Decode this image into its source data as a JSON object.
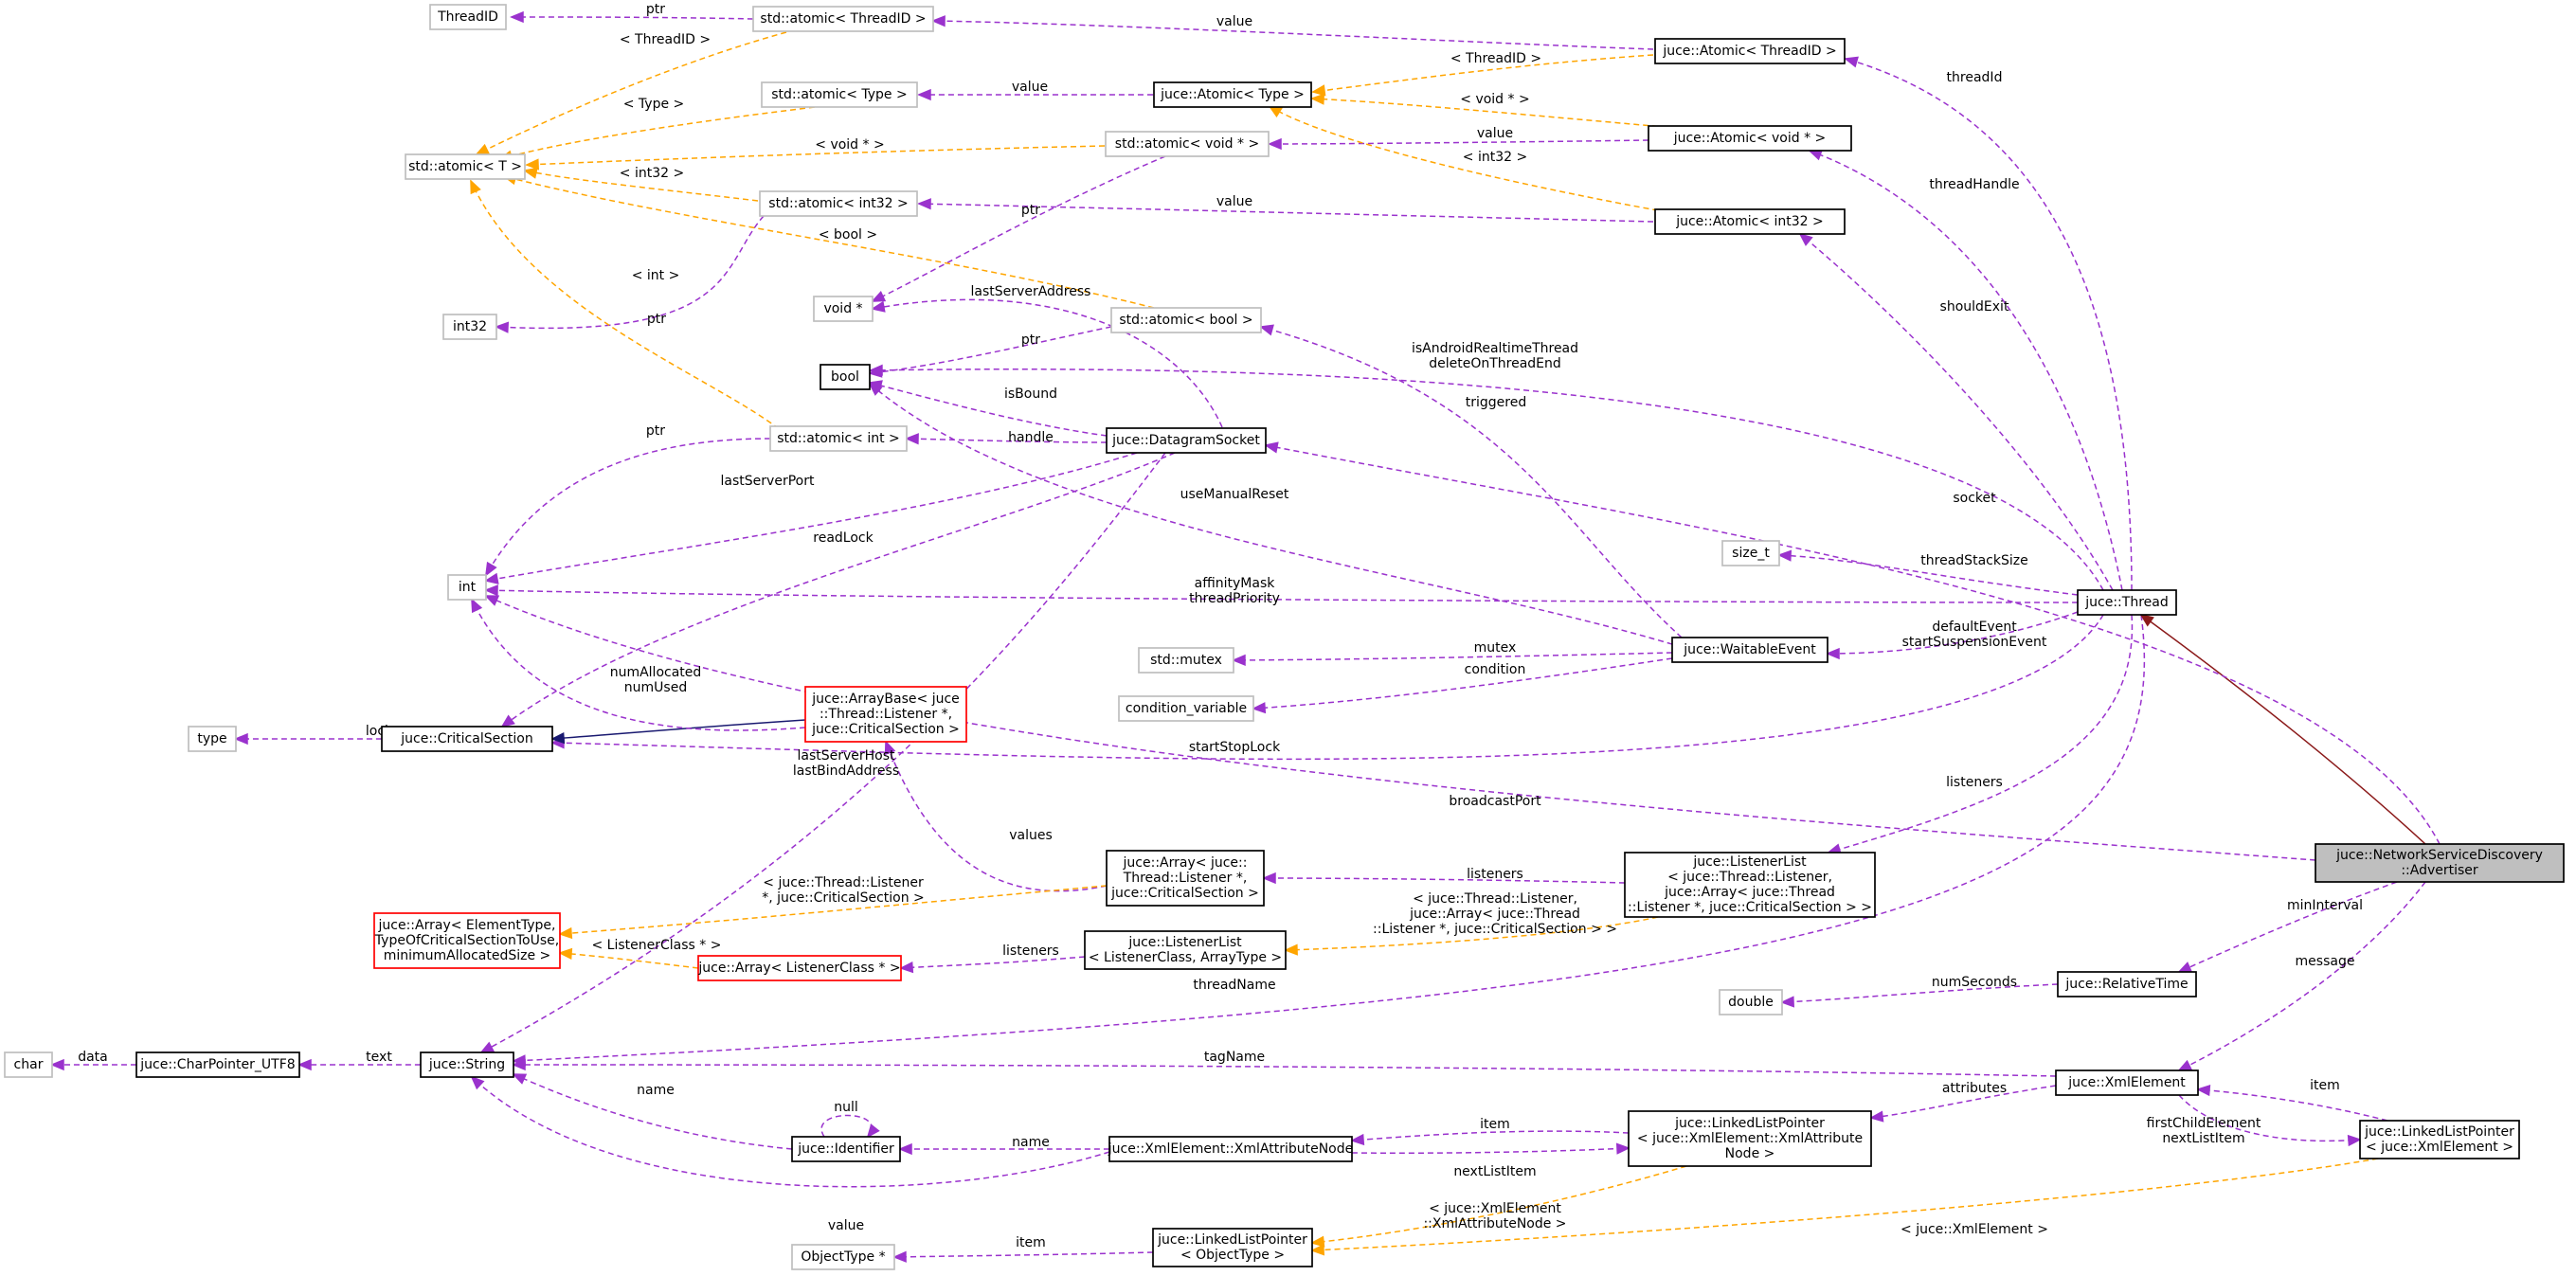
{
  "colors": {
    "usage": "#9a32cd",
    "template": "#ffa500",
    "inherit_public": "#191970",
    "inherit_focus": "#8b1a1a",
    "node_gray": "#bfbfbf",
    "node_black": "#000000",
    "node_red": "#ff0000",
    "focus_fill": "#bfbfbf"
  },
  "nodes": [
    {
      "id": "threadid",
      "label": [
        "ThreadID"
      ],
      "style": "gray"
    },
    {
      "id": "sa_tid",
      "label": [
        "std::atomic< ThreadID >"
      ],
      "style": "gray"
    },
    {
      "id": "ja_tid",
      "label": [
        "juce::Atomic< ThreadID >"
      ],
      "style": "black"
    },
    {
      "id": "sa_type",
      "label": [
        "std::atomic< Type >"
      ],
      "style": "gray"
    },
    {
      "id": "ja_type",
      "label": [
        "juce::Atomic< Type >"
      ],
      "style": "black"
    },
    {
      "id": "sa_t",
      "label": [
        "std::atomic< T >"
      ],
      "style": "gray"
    },
    {
      "id": "sa_voidp",
      "label": [
        "std::atomic< void * >"
      ],
      "style": "gray"
    },
    {
      "id": "ja_voidp",
      "label": [
        "juce::Atomic< void * >"
      ],
      "style": "black"
    },
    {
      "id": "sa_int32",
      "label": [
        "std::atomic< int32 >"
      ],
      "style": "gray"
    },
    {
      "id": "ja_int32",
      "label": [
        "juce::Atomic< int32 >"
      ],
      "style": "black"
    },
    {
      "id": "int32",
      "label": [
        "int32"
      ],
      "style": "gray"
    },
    {
      "id": "voidp",
      "label": [
        "void *"
      ],
      "style": "gray"
    },
    {
      "id": "sa_bool",
      "label": [
        "std::atomic< bool >"
      ],
      "style": "gray"
    },
    {
      "id": "bool",
      "label": [
        "bool"
      ],
      "style": "black"
    },
    {
      "id": "sa_int",
      "label": [
        "std::atomic< int >"
      ],
      "style": "gray"
    },
    {
      "id": "dgram",
      "label": [
        "juce::DatagramSocket"
      ],
      "style": "black"
    },
    {
      "id": "int",
      "label": [
        "int"
      ],
      "style": "gray"
    },
    {
      "id": "size_t",
      "label": [
        "size_t"
      ],
      "style": "gray"
    },
    {
      "id": "thread",
      "label": [
        "juce::Thread"
      ],
      "style": "black"
    },
    {
      "id": "mutex",
      "label": [
        "std::mutex"
      ],
      "style": "gray"
    },
    {
      "id": "waitev",
      "label": [
        "juce::WaitableEvent"
      ],
      "style": "black"
    },
    {
      "id": "condvar",
      "label": [
        "condition_variable"
      ],
      "style": "gray"
    },
    {
      "id": "type",
      "label": [
        "type"
      ],
      "style": "gray"
    },
    {
      "id": "critsec",
      "label": [
        "juce::CriticalSection"
      ],
      "style": "black"
    },
    {
      "id": "arraybase",
      "label": [
        "juce::ArrayBase< juce",
        "::Thread::Listener *,",
        " juce::CriticalSection >"
      ],
      "style": "red"
    },
    {
      "id": "nsd",
      "label": [
        "juce::NetworkServiceDiscovery",
        "::Advertiser"
      ],
      "style": "focus"
    },
    {
      "id": "arr_listener",
      "label": [
        "juce::Array< juce::",
        "Thread::Listener *,",
        " juce::CriticalSection >"
      ],
      "style": "black"
    },
    {
      "id": "listenerlist",
      "label": [
        "juce::ListenerList",
        "< juce::Thread::Listener,",
        " juce::Array< juce::Thread",
        "::Listener *, juce::CriticalSection > >"
      ],
      "style": "black"
    },
    {
      "id": "arr_elem",
      "label": [
        "juce::Array< ElementType,",
        " TypeOfCriticalSectionToUse,",
        " minimumAllocatedSize >"
      ],
      "style": "red"
    },
    {
      "id": "arr_lc",
      "label": [
        "juce::Array< ListenerClass * >"
      ],
      "style": "red"
    },
    {
      "id": "ll_generic",
      "label": [
        "juce::ListenerList",
        "< ListenerClass, ArrayType >"
      ],
      "style": "black"
    },
    {
      "id": "reltime",
      "label": [
        "juce::RelativeTime"
      ],
      "style": "black"
    },
    {
      "id": "double",
      "label": [
        "double"
      ],
      "style": "gray"
    },
    {
      "id": "char",
      "label": [
        "char"
      ],
      "style": "gray"
    },
    {
      "id": "cp_utf8",
      "label": [
        "juce::CharPointer_UTF8"
      ],
      "style": "black"
    },
    {
      "id": "string",
      "label": [
        "juce::String"
      ],
      "style": "black"
    },
    {
      "id": "xmlel",
      "label": [
        "juce::XmlElement"
      ],
      "style": "black"
    },
    {
      "id": "identifier",
      "label": [
        "juce::Identifier"
      ],
      "style": "black"
    },
    {
      "id": "xml_attr",
      "label": [
        "juce::XmlElement::XmlAttributeNode"
      ],
      "style": "black"
    },
    {
      "id": "llp_attr",
      "label": [
        "juce::LinkedListPointer",
        "< juce::XmlElement::XmlAttribute",
        "Node >"
      ],
      "style": "black"
    },
    {
      "id": "llp_xml",
      "label": [
        "juce::LinkedListPointer",
        "< juce::XmlElement >"
      ],
      "style": "black"
    },
    {
      "id": "objtype",
      "label": [
        "ObjectType *"
      ],
      "style": "gray"
    },
    {
      "id": "llp_obj",
      "label": [
        "juce::LinkedListPointer",
        "< ObjectType >"
      ],
      "style": "black"
    }
  ],
  "edges": [
    {
      "id": "e1",
      "kind": "usage",
      "label": [
        "ptr"
      ]
    },
    {
      "id": "e2",
      "kind": "usage",
      "label": [
        "value"
      ]
    },
    {
      "id": "e3",
      "kind": "template",
      "label": [
        "< ThreadID >"
      ]
    },
    {
      "id": "e4",
      "kind": "template",
      "label": [
        "< ThreadID >"
      ]
    },
    {
      "id": "e5",
      "kind": "usage",
      "label": [
        "value"
      ]
    },
    {
      "id": "e6",
      "kind": "template",
      "label": [
        "< Type >"
      ]
    },
    {
      "id": "e7",
      "kind": "template",
      "label": [
        "< void * >"
      ]
    },
    {
      "id": "e8",
      "kind": "usage",
      "label": [
        "value"
      ]
    },
    {
      "id": "e9",
      "kind": "template",
      "label": [
        "< void * >"
      ]
    },
    {
      "id": "e10",
      "kind": "template",
      "label": [
        "< int32 >"
      ]
    },
    {
      "id": "e11",
      "kind": "usage",
      "label": [
        "value"
      ]
    },
    {
      "id": "e12",
      "kind": "template",
      "label": [
        "< int32 >"
      ]
    },
    {
      "id": "e13",
      "kind": "usage",
      "label": [
        "ptr"
      ]
    },
    {
      "id": "e14",
      "kind": "usage",
      "label": [
        "ptr"
      ]
    },
    {
      "id": "e15",
      "kind": "template",
      "label": [
        "< bool >"
      ]
    },
    {
      "id": "e16",
      "kind": "template",
      "label": [
        "< int >"
      ]
    },
    {
      "id": "e17",
      "kind": "usage",
      "label": [
        "ptr"
      ]
    },
    {
      "id": "e18",
      "kind": "usage",
      "label": [
        "ptr"
      ]
    },
    {
      "id": "e19",
      "kind": "usage",
      "label": [
        "lastServerAddress"
      ]
    },
    {
      "id": "e20",
      "kind": "usage",
      "label": [
        "isBound"
      ]
    },
    {
      "id": "e21",
      "kind": "usage",
      "label": [
        "handle"
      ]
    },
    {
      "id": "e22",
      "kind": "usage",
      "label": [
        "lastServerPort"
      ]
    },
    {
      "id": "e23",
      "kind": "usage",
      "label": [
        "readLock"
      ]
    },
    {
      "id": "e24",
      "kind": "usage",
      "label": [
        "lastServerHost",
        "lastBindAddress"
      ]
    },
    {
      "id": "e25",
      "kind": "usage",
      "label": [
        "threadId"
      ]
    },
    {
      "id": "e26",
      "kind": "usage",
      "label": [
        "threadHandle"
      ]
    },
    {
      "id": "e27",
      "kind": "usage",
      "label": [
        "shouldExit"
      ]
    },
    {
      "id": "e28",
      "kind": "usage",
      "label": [
        "isAndroidRealtimeThread",
        "deleteOnThreadEnd"
      ]
    },
    {
      "id": "e29",
      "kind": "usage",
      "label": [
        "threadStackSize"
      ]
    },
    {
      "id": "e30",
      "kind": "usage",
      "label": [
        "affinityMask",
        "threadPriority"
      ]
    },
    {
      "id": "e31",
      "kind": "usage",
      "label": [
        "defaultEvent",
        "startSuspensionEvent"
      ]
    },
    {
      "id": "e32",
      "kind": "usage",
      "label": [
        "startStopLock"
      ]
    },
    {
      "id": "e33",
      "kind": "usage",
      "label": [
        "listeners"
      ]
    },
    {
      "id": "e34",
      "kind": "usage",
      "label": [
        "threadName"
      ]
    },
    {
      "id": "e35",
      "kind": "usage",
      "label": [
        "triggered"
      ]
    },
    {
      "id": "e36",
      "kind": "usage",
      "label": [
        "useManualReset"
      ]
    },
    {
      "id": "e37",
      "kind": "usage",
      "label": [
        "mutex"
      ]
    },
    {
      "id": "e38",
      "kind": "usage",
      "label": [
        "condition"
      ]
    },
    {
      "id": "e39",
      "kind": "usage",
      "label": [
        "lock"
      ]
    },
    {
      "id": "e40",
      "kind": "inherit_public",
      "label": []
    },
    {
      "id": "e41",
      "kind": "usage",
      "label": [
        "numAllocated",
        "numUsed"
      ]
    },
    {
      "id": "e42",
      "kind": "inherit_focus",
      "label": []
    },
    {
      "id": "e43",
      "kind": "usage",
      "label": [
        "socket"
      ]
    },
    {
      "id": "e44",
      "kind": "usage",
      "label": [
        "broadcastPort"
      ]
    },
    {
      "id": "e45",
      "kind": "usage",
      "label": [
        "minInterval"
      ]
    },
    {
      "id": "e46",
      "kind": "usage",
      "label": [
        "message"
      ]
    },
    {
      "id": "e47",
      "kind": "usage",
      "label": [
        "values"
      ]
    },
    {
      "id": "e48",
      "kind": "template",
      "label": [
        "< juce::Thread::Listener",
        "*, juce::CriticalSection >"
      ]
    },
    {
      "id": "e49",
      "kind": "usage",
      "label": [
        "listeners"
      ]
    },
    {
      "id": "e50",
      "kind": "template",
      "label": [
        "< juce::Thread::Listener,",
        " juce::Array< juce::Thread",
        "::Listener *, juce::CriticalSection > >"
      ]
    },
    {
      "id": "e51",
      "kind": "template",
      "label": [
        "< ListenerClass * >"
      ]
    },
    {
      "id": "e52",
      "kind": "usage",
      "label": [
        "listeners"
      ]
    },
    {
      "id": "e53",
      "kind": "usage",
      "label": [
        "numSeconds"
      ]
    },
    {
      "id": "e54",
      "kind": "usage",
      "label": [
        "data"
      ]
    },
    {
      "id": "e55",
      "kind": "usage",
      "label": [
        "text"
      ]
    },
    {
      "id": "e56",
      "kind": "usage",
      "label": [
        "tagName"
      ]
    },
    {
      "id": "e57",
      "kind": "usage",
      "label": [
        "attributes"
      ]
    },
    {
      "id": "e58",
      "kind": "usage",
      "label": [
        "item"
      ]
    },
    {
      "id": "e59",
      "kind": "usage",
      "label": [
        "firstChildElement",
        "nextListItem"
      ]
    },
    {
      "id": "e60",
      "kind": "usage",
      "label": [
        "name"
      ]
    },
    {
      "id": "e61",
      "kind": "usage",
      "label": [
        "null"
      ]
    },
    {
      "id": "e62",
      "kind": "usage",
      "label": [
        "name"
      ]
    },
    {
      "id": "e63",
      "kind": "usage",
      "label": [
        "value"
      ]
    },
    {
      "id": "e64",
      "kind": "usage",
      "label": [
        "item"
      ]
    },
    {
      "id": "e65",
      "kind": "usage",
      "label": [
        "nextListItem"
      ]
    },
    {
      "id": "e66",
      "kind": "template",
      "label": [
        "< juce::XmlElement",
        "::XmlAttributeNode >"
      ]
    },
    {
      "id": "e67",
      "kind": "template",
      "label": [
        "< juce::XmlElement >"
      ]
    },
    {
      "id": "e68",
      "kind": "usage",
      "label": [
        "item"
      ]
    }
  ]
}
